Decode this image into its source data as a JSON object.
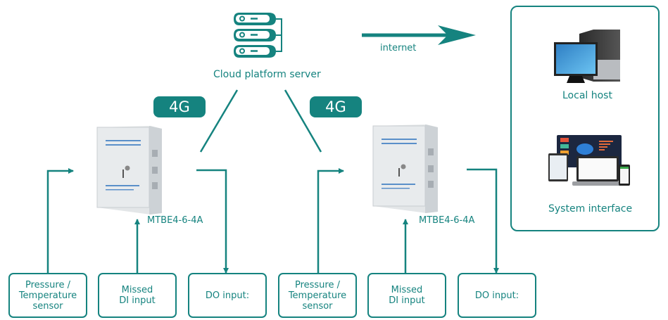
{
  "diagram": {
    "cloud_server": {
      "label": "Cloud platform server",
      "icon": "server-stack-icon"
    },
    "internet": {
      "label": "internet"
    },
    "right_panel": {
      "local_host": {
        "label": "Local host",
        "icon": "desktop-computer-icon"
      },
      "system_interface": {
        "label": "System interface",
        "icon": "multi-device-dashboard-icon"
      }
    },
    "devices": [
      {
        "badge": "4G",
        "model": "MTBE4-6-4A",
        "icon": "control-cabinet-icon",
        "inputs": [
          {
            "label": "Pressure /\nTemperature\nsensor"
          },
          {
            "label": "Missed\nDI input"
          },
          {
            "label": "DO input:"
          }
        ]
      },
      {
        "badge": "4G",
        "model": "MTBE4-6-4A",
        "icon": "control-cabinet-icon",
        "inputs": [
          {
            "label": "Pressure /\nTemperature\nsensor"
          },
          {
            "label": "Missed\nDI input"
          },
          {
            "label": "DO input:"
          }
        ]
      }
    ],
    "colors": {
      "accent": "#15837f",
      "background": "#ffffff"
    }
  }
}
